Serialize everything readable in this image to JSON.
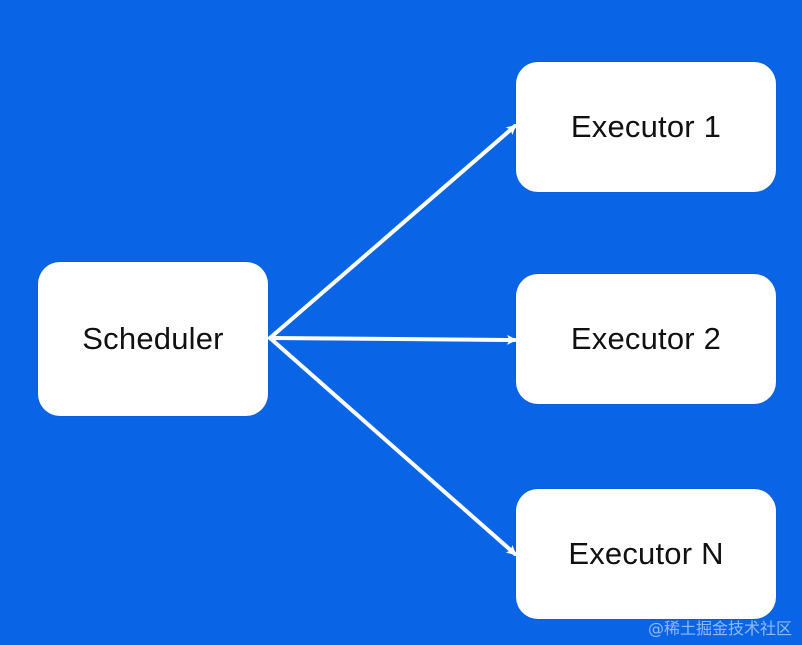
{
  "diagram": {
    "background_color": "#0a64e6",
    "node_color": "#ffffff",
    "arrow_color": "#ffffff",
    "source": {
      "label": "Scheduler"
    },
    "targets": [
      {
        "label": "Executor 1"
      },
      {
        "label": "Executor 2"
      },
      {
        "label": "Executor N"
      }
    ],
    "edges": [
      {
        "from": "Scheduler",
        "to": "Executor 1"
      },
      {
        "from": "Scheduler",
        "to": "Executor 2"
      },
      {
        "from": "Scheduler",
        "to": "Executor N"
      }
    ]
  },
  "watermark": "@稀土掘金技术社区"
}
